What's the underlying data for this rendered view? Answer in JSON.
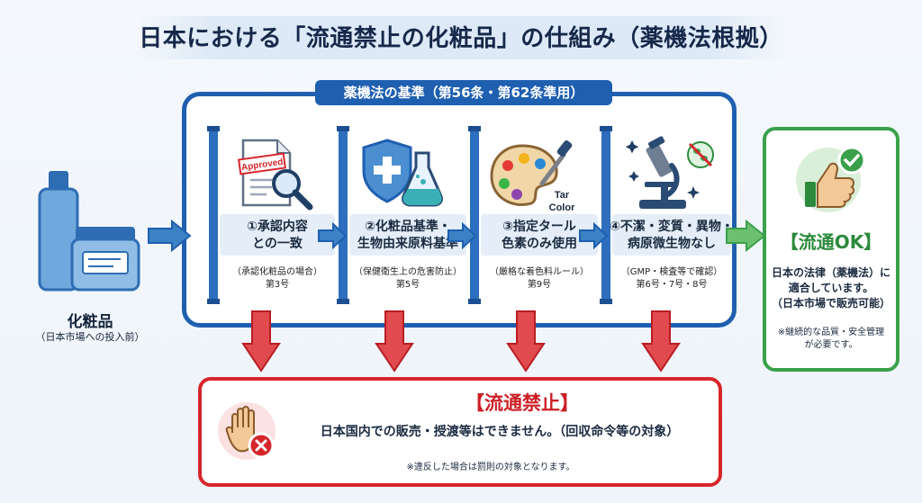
{
  "title": "日本における「流通禁止の化粧品」の仕組み（薬機法根拠）",
  "frame_label": "薬機法の基準（第56条・第62条準用）",
  "product": {
    "label": "化粧品",
    "sub": "（日本市場への投入前）"
  },
  "steps": [
    {
      "line1": "①承認内容",
      "line2": "との一致",
      "note1": "（承認化粧品の場合）",
      "note2": "第3号",
      "icon": "approved-document-magnifier-icon",
      "badge": "Approved"
    },
    {
      "line1": "②化粧品基準・",
      "line2": "生物由来原料基準",
      "note1": "（保健衛生上の危害防止）",
      "note2": "第5号",
      "icon": "shield-flask-icon"
    },
    {
      "line1": "③指定タール",
      "line2": "色素のみ使用",
      "note1": "（厳格な着色料ルール）",
      "note2": "第9号",
      "icon": "palette-dropper-icon",
      "badge": "Tar Color",
      "badge_line1": "Tar",
      "badge_line2": "Color"
    },
    {
      "line1": "④不潔・変質・異物・",
      "line2": "病原微生物なし",
      "note1": "（GMP・検査等で確認）",
      "note2": "第6号・7号・8号",
      "icon": "microscope-bacteria-icon"
    }
  ],
  "ok": {
    "title": "【流通OK】",
    "text1": "日本の法律（薬機法）に",
    "text2": "適合しています。",
    "text3": "（日本市場で販売可能）",
    "note1": "※継続的な品質・安全管理",
    "note2": "が必要です。"
  },
  "ban": {
    "title": "【流通禁止】",
    "text": "日本国内での販売・授渡等はできません。（回収命令等の対象）",
    "note": "※違反した場合は罰則の対象となります。"
  },
  "colors": {
    "frame_blue": "#1f5fb0",
    "arrow_blue": "#3b82c4",
    "ok_green": "#3aa14a",
    "ban_red": "#d7262b"
  }
}
